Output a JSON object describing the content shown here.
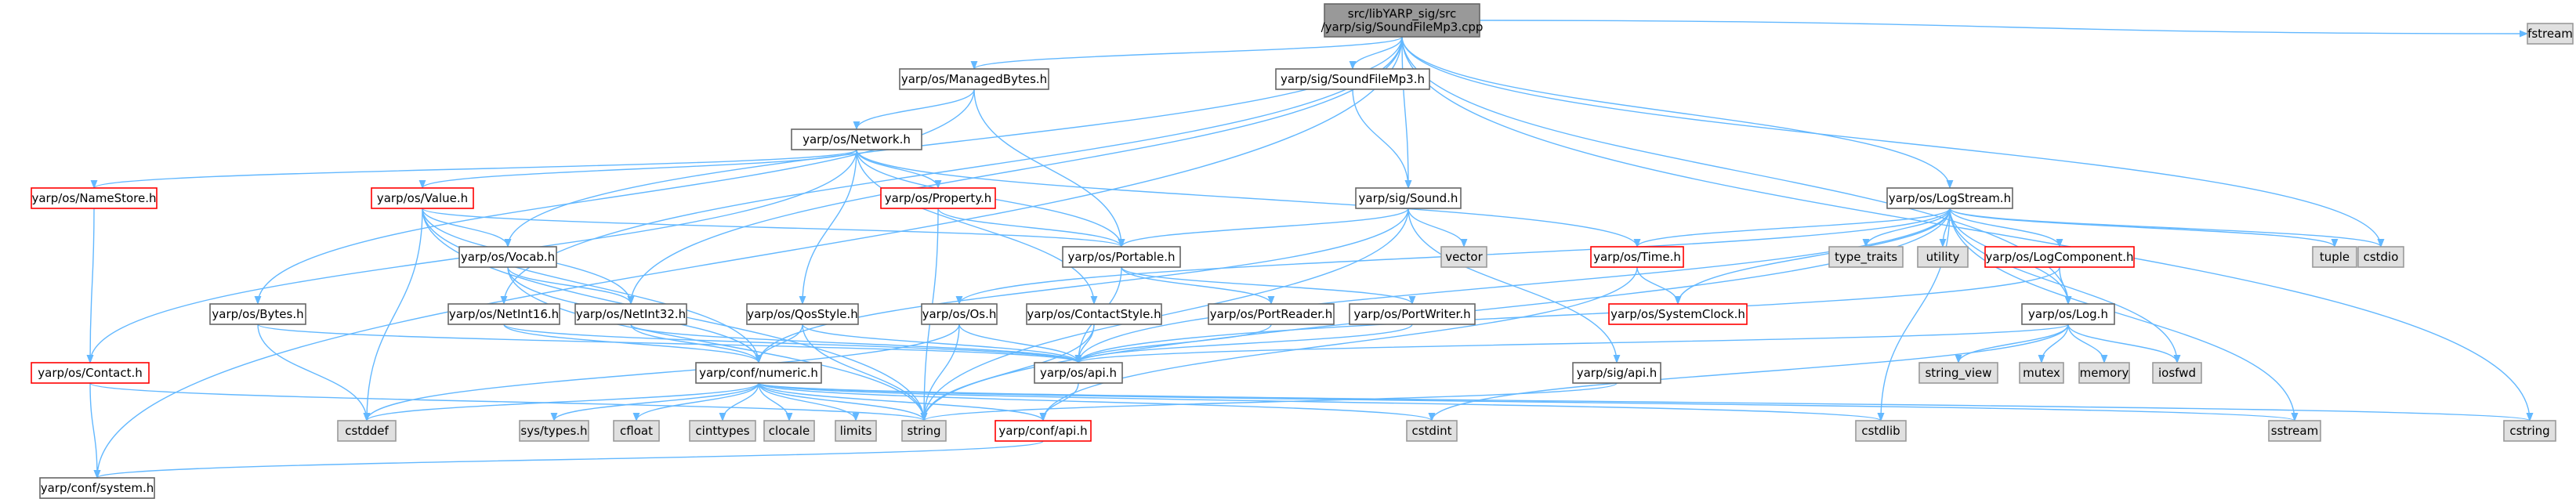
{
  "colors": {
    "root_fill": "#999999",
    "root_stroke": "#666666",
    "node_fill": "#ffffff",
    "node_stroke": "#666666",
    "red_stroke": "#ff0000",
    "std_fill": "#e0e0e0",
    "std_stroke": "#999999",
    "edge": "#63b8ff"
  },
  "nodes": [
    {
      "id": "root",
      "lines": [
        "src/libYARP_sig/src",
        "/yarp/sig/SoundFileMp3.cpp"
      ],
      "kind": "root"
    },
    {
      "id": "managedbytes",
      "lines": [
        "yarp/os/ManagedBytes.h"
      ],
      "kind": "normal"
    },
    {
      "id": "network",
      "lines": [
        "yarp/os/Network.h"
      ],
      "kind": "normal"
    },
    {
      "id": "soundfilemp3h",
      "lines": [
        "yarp/sig/SoundFileMp3.h"
      ],
      "kind": "normal"
    },
    {
      "id": "soundh",
      "lines": [
        "yarp/sig/Sound.h"
      ],
      "kind": "normal"
    },
    {
      "id": "logstream",
      "lines": [
        "yarp/os/LogStream.h"
      ],
      "kind": "normal"
    },
    {
      "id": "fstream",
      "lines": [
        "fstream"
      ],
      "kind": "std"
    },
    {
      "id": "namestore",
      "lines": [
        "yarp/os/NameStore.h"
      ],
      "kind": "red"
    },
    {
      "id": "valueh",
      "lines": [
        "yarp/os/Value.h"
      ],
      "kind": "red"
    },
    {
      "id": "propertyh",
      "lines": [
        "yarp/os/Property.h"
      ],
      "kind": "red"
    },
    {
      "id": "portableh",
      "lines": [
        "yarp/os/Portable.h"
      ],
      "kind": "normal"
    },
    {
      "id": "vocabh",
      "lines": [
        "yarp/os/Vocab.h"
      ],
      "kind": "normal"
    },
    {
      "id": "vector",
      "lines": [
        "vector"
      ],
      "kind": "std"
    },
    {
      "id": "timeh",
      "lines": [
        "yarp/os/Time.h"
      ],
      "kind": "red"
    },
    {
      "id": "typetraits",
      "lines": [
        "type_traits"
      ],
      "kind": "std"
    },
    {
      "id": "utility",
      "lines": [
        "utility"
      ],
      "kind": "std"
    },
    {
      "id": "logcomponent",
      "lines": [
        "yarp/os/LogComponent.h"
      ],
      "kind": "red"
    },
    {
      "id": "tuple",
      "lines": [
        "tuple"
      ],
      "kind": "std"
    },
    {
      "id": "cstdio",
      "lines": [
        "cstdio"
      ],
      "kind": "std"
    },
    {
      "id": "bytesh",
      "lines": [
        "yarp/os/Bytes.h"
      ],
      "kind": "normal"
    },
    {
      "id": "netint16",
      "lines": [
        "yarp/os/NetInt16.h"
      ],
      "kind": "normal"
    },
    {
      "id": "netint32",
      "lines": [
        "yarp/os/NetInt32.h"
      ],
      "kind": "normal"
    },
    {
      "id": "qosstyle",
      "lines": [
        "yarp/os/QosStyle.h"
      ],
      "kind": "normal"
    },
    {
      "id": "osh",
      "lines": [
        "yarp/os/Os.h"
      ],
      "kind": "normal"
    },
    {
      "id": "contactstyle",
      "lines": [
        "yarp/os/ContactStyle.h"
      ],
      "kind": "normal"
    },
    {
      "id": "portreader",
      "lines": [
        "yarp/os/PortReader.h"
      ],
      "kind": "normal"
    },
    {
      "id": "portwriter",
      "lines": [
        "yarp/os/PortWriter.h"
      ],
      "kind": "normal"
    },
    {
      "id": "systemclock",
      "lines": [
        "yarp/os/SystemClock.h"
      ],
      "kind": "red"
    },
    {
      "id": "logh",
      "lines": [
        "yarp/os/Log.h"
      ],
      "kind": "normal"
    },
    {
      "id": "contacth",
      "lines": [
        "yarp/os/Contact.h"
      ],
      "kind": "red"
    },
    {
      "id": "confnumeric",
      "lines": [
        "yarp/conf/numeric.h"
      ],
      "kind": "normal"
    },
    {
      "id": "osapi",
      "lines": [
        "yarp/os/api.h"
      ],
      "kind": "normal"
    },
    {
      "id": "sigapi",
      "lines": [
        "yarp/sig/api.h"
      ],
      "kind": "normal"
    },
    {
      "id": "stringview",
      "lines": [
        "string_view"
      ],
      "kind": "std"
    },
    {
      "id": "mutex",
      "lines": [
        "mutex"
      ],
      "kind": "std"
    },
    {
      "id": "memory",
      "lines": [
        "memory"
      ],
      "kind": "std"
    },
    {
      "id": "iosfwd",
      "lines": [
        "iosfwd"
      ],
      "kind": "std"
    },
    {
      "id": "cstddef",
      "lines": [
        "cstddef"
      ],
      "kind": "std"
    },
    {
      "id": "systypes",
      "lines": [
        "sys/types.h"
      ],
      "kind": "std"
    },
    {
      "id": "cfloat",
      "lines": [
        "cfloat"
      ],
      "kind": "std"
    },
    {
      "id": "cinttypes",
      "lines": [
        "cinttypes"
      ],
      "kind": "std"
    },
    {
      "id": "clocale",
      "lines": [
        "clocale"
      ],
      "kind": "std"
    },
    {
      "id": "limits",
      "lines": [
        "limits"
      ],
      "kind": "std"
    },
    {
      "id": "string",
      "lines": [
        "string"
      ],
      "kind": "std"
    },
    {
      "id": "confapi",
      "lines": [
        "yarp/conf/api.h"
      ],
      "kind": "red"
    },
    {
      "id": "cstdint",
      "lines": [
        "cstdint"
      ],
      "kind": "std"
    },
    {
      "id": "cstdlib",
      "lines": [
        "cstdlib"
      ],
      "kind": "std"
    },
    {
      "id": "sstream",
      "lines": [
        "sstream"
      ],
      "kind": "std"
    },
    {
      "id": "cstring",
      "lines": [
        "cstring"
      ],
      "kind": "std"
    },
    {
      "id": "confsystem",
      "lines": [
        "yarp/conf/system.h"
      ],
      "kind": "normal"
    }
  ],
  "edges": [
    [
      "root",
      "managedbytes"
    ],
    [
      "root",
      "soundfilemp3h"
    ],
    [
      "root",
      "soundh"
    ],
    [
      "root",
      "logstream"
    ],
    [
      "root",
      "fstream"
    ],
    [
      "root",
      "cstring"
    ],
    [
      "root",
      "logh"
    ],
    [
      "root",
      "cstdio"
    ],
    [
      "root",
      "vocabh"
    ],
    [
      "root",
      "netint16"
    ],
    [
      "root",
      "netint32"
    ],
    [
      "root",
      "confsystem"
    ],
    [
      "managedbytes",
      "network"
    ],
    [
      "managedbytes",
      "bytesh"
    ],
    [
      "managedbytes",
      "portableh"
    ],
    [
      "network",
      "namestore"
    ],
    [
      "network",
      "valueh"
    ],
    [
      "network",
      "propertyh"
    ],
    [
      "network",
      "portableh"
    ],
    [
      "network",
      "qosstyle"
    ],
    [
      "network",
      "contactstyle"
    ],
    [
      "network",
      "timeh"
    ],
    [
      "network",
      "contacth"
    ],
    [
      "soundfilemp3h",
      "soundh"
    ],
    [
      "soundh",
      "portableh"
    ],
    [
      "soundh",
      "vector"
    ],
    [
      "soundh",
      "string"
    ],
    [
      "soundh",
      "sigapi"
    ],
    [
      "soundh",
      "confnumeric"
    ],
    [
      "logstream",
      "osh"
    ],
    [
      "logstream",
      "timeh"
    ],
    [
      "logstream",
      "typetraits"
    ],
    [
      "logstream",
      "utility"
    ],
    [
      "logstream",
      "logcomponent"
    ],
    [
      "logstream",
      "tuple"
    ],
    [
      "logstream",
      "cstdio"
    ],
    [
      "logstream",
      "systemclock"
    ],
    [
      "logstream",
      "logh"
    ],
    [
      "logstream",
      "osapi"
    ],
    [
      "logstream",
      "string"
    ],
    [
      "logstream",
      "iosfwd"
    ],
    [
      "logstream",
      "sstream"
    ],
    [
      "logstream",
      "cstdlib"
    ],
    [
      "namestore",
      "contacth"
    ],
    [
      "valueh",
      "portableh"
    ],
    [
      "valueh",
      "vocabh"
    ],
    [
      "valueh",
      "netint32"
    ],
    [
      "valueh",
      "string"
    ],
    [
      "valueh",
      "cstddef"
    ],
    [
      "valueh",
      "confnumeric"
    ],
    [
      "propertyh",
      "portableh"
    ],
    [
      "propertyh",
      "string"
    ],
    [
      "portableh",
      "osapi"
    ],
    [
      "portableh",
      "portreader"
    ],
    [
      "portableh",
      "portwriter"
    ],
    [
      "vocabh",
      "netint32"
    ],
    [
      "vocabh",
      "string"
    ],
    [
      "vocabh",
      "confnumeric"
    ],
    [
      "timeh",
      "systemclock"
    ],
    [
      "timeh",
      "confapi"
    ],
    [
      "logcomponent",
      "logh"
    ],
    [
      "logcomponent",
      "osapi"
    ],
    [
      "bytesh",
      "osapi"
    ],
    [
      "bytesh",
      "cstddef"
    ],
    [
      "netint16",
      "confnumeric"
    ],
    [
      "netint16",
      "osapi"
    ],
    [
      "netint32",
      "confnumeric"
    ],
    [
      "netint32",
      "osapi"
    ],
    [
      "qosstyle",
      "osapi"
    ],
    [
      "qosstyle",
      "string"
    ],
    [
      "qosstyle",
      "confnumeric"
    ],
    [
      "osh",
      "osapi"
    ],
    [
      "osh",
      "string"
    ],
    [
      "osh",
      "cstddef"
    ],
    [
      "contactstyle",
      "osapi"
    ],
    [
      "contactstyle",
      "string"
    ],
    [
      "portreader",
      "osapi"
    ],
    [
      "portwriter",
      "osapi"
    ],
    [
      "logh",
      "osapi"
    ],
    [
      "logh",
      "stringview"
    ],
    [
      "logh",
      "mutex"
    ],
    [
      "logh",
      "memory"
    ],
    [
      "logh",
      "iosfwd"
    ],
    [
      "logh",
      "cstdint"
    ],
    [
      "contacth",
      "string"
    ],
    [
      "contacth",
      "confsystem"
    ],
    [
      "confnumeric",
      "cstddef"
    ],
    [
      "confnumeric",
      "systypes"
    ],
    [
      "confnumeric",
      "cfloat"
    ],
    [
      "confnumeric",
      "cinttypes"
    ],
    [
      "confnumeric",
      "clocale"
    ],
    [
      "confnumeric",
      "limits"
    ],
    [
      "confnumeric",
      "string"
    ],
    [
      "confnumeric",
      "confapi"
    ],
    [
      "confnumeric",
      "cstdint"
    ],
    [
      "confnumeric",
      "cstdlib"
    ],
    [
      "confnumeric",
      "sstream"
    ],
    [
      "confnumeric",
      "cstring"
    ],
    [
      "osapi",
      "confapi"
    ],
    [
      "sigapi",
      "string"
    ],
    [
      "confapi",
      "confsystem"
    ]
  ]
}
